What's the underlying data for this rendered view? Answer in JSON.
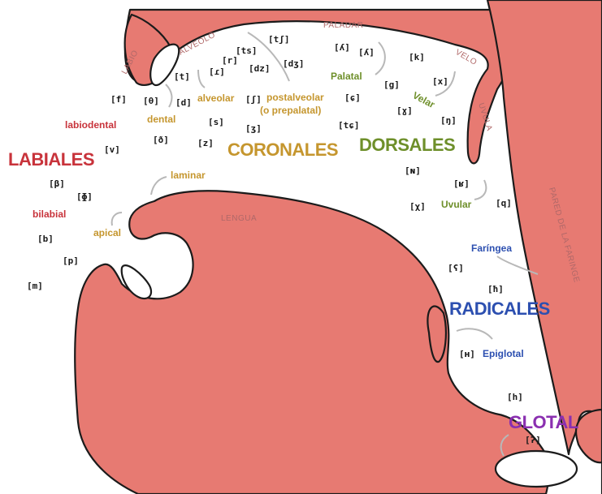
{
  "regions": {
    "labiales": "LABIALES",
    "coronales": "CORONALES",
    "dorsales": "DORSALES",
    "radicales": "RADICALES",
    "glotal": "GLOTAL"
  },
  "places": {
    "labiodental": "labiodental",
    "bilabial": "bilabial",
    "dental": "dental",
    "alveolar": "alveolar",
    "postalveolar": "postalveolar",
    "prepalatal": "(o prepalatal)",
    "laminar": "laminar",
    "apical": "apical",
    "palatal": "Palatal",
    "velar": "Velar",
    "uvular": "Uvular",
    "faringea": "Faríngea",
    "epiglotal": "Epiglotal"
  },
  "anatomy": {
    "labio": "LABIO",
    "alveolo": "ALVEOLO",
    "paladar": "PALADAR",
    "velo": "VELO",
    "uvula": "UVULA",
    "lengua": "LENGUA",
    "pared": "PARED DE LA FARINGE"
  },
  "symbols": {
    "f": "[f]",
    "v": "[v]",
    "beta": "[β]",
    "phi": "[ɸ]",
    "b": "[b]",
    "p": "[p]",
    "m": "[m]",
    "theta": "[θ]",
    "eth": "[ð]",
    "t1": "[t]",
    "d": "[d]",
    "r_tap": "[ɾ]",
    "r": "[r]",
    "s": "[s]",
    "z": "[z]",
    "ts": "[ts]",
    "dz": "[dz]",
    "tesh": "[tʃ]",
    "dezh": "[dʒ]",
    "esh": "[ʃ]",
    "ezh": "[ʒ]",
    "turned_y": "[ʎ]",
    "lambda": "[ʎ]",
    "k": "[k]",
    "g": "[g]",
    "x": "[x]",
    "gamma": "[ɣ]",
    "eng": "[ŋ]",
    "ctail": "[ɕ]",
    "tc": "[tɕ]",
    "small_n": "[ɴ]",
    "inv_r": "[ʁ]",
    "chi": "[χ]",
    "q": "[q]",
    "pharyngeal": "[ʕ]",
    "hbar": "[ħ]",
    "epi_h": "[ʜ]",
    "h": "[h]",
    "glottal": "[ʔ]"
  }
}
